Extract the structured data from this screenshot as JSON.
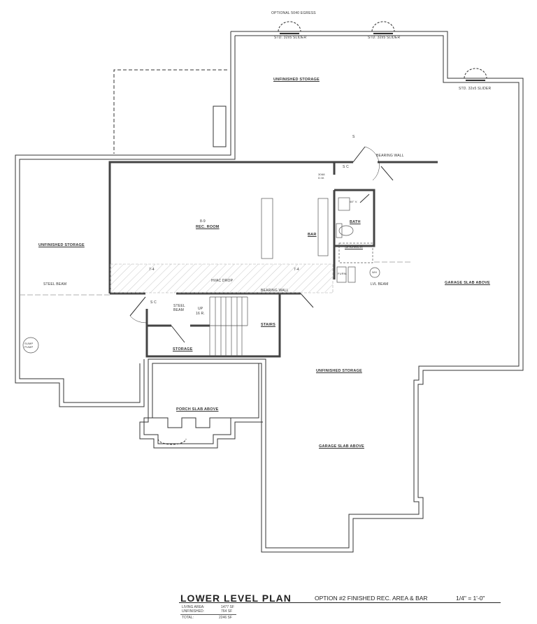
{
  "title_block": {
    "title": "LOWER LEVEL PLAN",
    "subtitle": "OPTION #2 FINISHED REC. AREA & BAR",
    "scale": "1/4\" = 1'-0\"",
    "areas": [
      {
        "label": "LIVING AREA:",
        "value": "1477 SF"
      },
      {
        "label": "UNFINISHED:",
        "value": "764 SF"
      },
      {
        "label": "TOTAL:",
        "value": "2246 SF"
      }
    ]
  },
  "rooms": {
    "unfinished_storage_top": "UNFINISHED STORAGE",
    "unfinished_storage_left": "UNFINISHED STORAGE",
    "unfinished_storage_bottom": "UNFINISHED STORAGE",
    "rec_room": "REC. ROOM",
    "rec_room_dim": "8-9",
    "bar": "BAR",
    "bath": "BATH",
    "shower": "SHOWER",
    "stairs": "STAIRS",
    "storage": "STORAGE",
    "porch": "PORCH SLAB ABOVE",
    "garage_right": "GARAGE SLAB ABOVE",
    "garage_bottom": "GARAGE SLAB ABOVE"
  },
  "notes": {
    "egress": "OPTIONAL 5040 EGRESS",
    "slider1": "STD. 32x5 SLIDER",
    "slider2": "STD. 32x5 SLIDER",
    "slider3": "STD. 32x5 SLIDER",
    "bearing_wall_top": "BEARING WALL",
    "bearing_wall_bottom": "BEARING WALL",
    "hvac": "HVAC DROP",
    "ceiling_left": "7-4",
    "ceiling_right": "7-4",
    "steel_beam_left": "STEEL BEAM",
    "steel_beam": "STEEL BEAM",
    "lvl_beam": "LVL BEAM",
    "up": "UP",
    "risers": "16 R.",
    "sump": "SUMP PUMP",
    "furn": "FURN.",
    "wh": "WH",
    "dw": "3068 D.W.",
    "sc1": "S  C",
    "sc2": "S  C",
    "s_top": "S",
    "vanity": "48\" V."
  }
}
